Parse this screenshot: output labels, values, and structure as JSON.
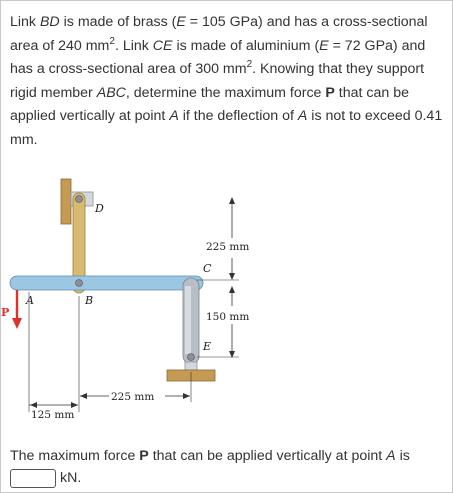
{
  "problem": {
    "s1": "Link ",
    "bd": "BD",
    "s2": " is made of brass (",
    "e1": "E",
    "s3": " = 105 GPa) and has a cross-sectional area of 240 mm",
    "sup1": "2",
    "s4": ". Link ",
    "ce": "CE",
    "s5": " is made of aluminium (",
    "e2": "E",
    "s6": " = 72 GPa) and has a cross-sectional area of 300 mm",
    "sup2": "2",
    "s7": ". Knowing that they support rigid member ",
    "abc": "ABC",
    "s8": ", determine the maximum force ",
    "p": "P",
    "s9": " that can be applied vertically at point ",
    "a1": "A",
    "s10": " if the deflection of ",
    "a2": "A",
    "s11": " is not to exceed 0.41 mm."
  },
  "figure": {
    "labels": {
      "D": "D",
      "C": "C",
      "A": "A",
      "B": "B",
      "E": "E",
      "P": "P",
      "d225_top": "225 mm",
      "d150": "150 mm",
      "d225_bottom": "225 mm",
      "d125": "125 mm"
    },
    "colors": {
      "beam": "#9cc7e2",
      "brass": "#d8ba72",
      "aluminium": "#b7bec6",
      "support": "#c59a52",
      "force": "#e0302c"
    }
  },
  "answer": {
    "s1": "The maximum force ",
    "p": "P",
    "s2": " that can be applied vertically at point ",
    "a": "A",
    "s3": " is",
    "input_value": "",
    "unit": "kN."
  }
}
